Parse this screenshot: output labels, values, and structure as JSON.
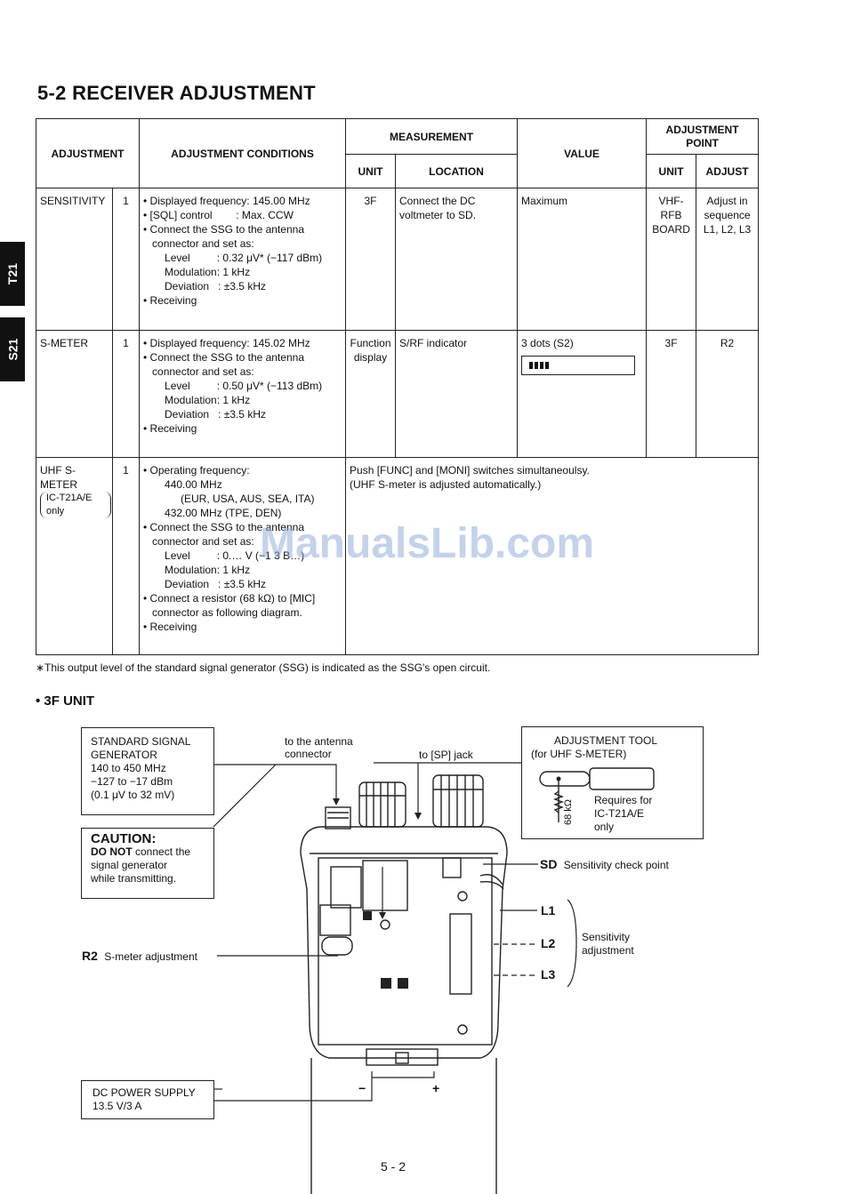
{
  "side_tabs": [
    "T21",
    "S21"
  ],
  "title": "5-2 RECEIVER ADJUSTMENT",
  "table": {
    "headers": {
      "adjustment": "ADJUSTMENT",
      "conditions": "ADJUSTMENT CONDITIONS",
      "measurement": "MEASUREMENT",
      "unit": "UNIT",
      "location": "LOCATION",
      "value": "VALUE",
      "adjustment_point": "ADJUSTMENT POINT",
      "ap_unit": "UNIT",
      "ap_adjust": "ADJUST"
    },
    "rows": [
      {
        "name": "SENSITIVITY",
        "step": "1",
        "conditions": [
          "• Displayed frequency: 145.00 MHz",
          "• [SQL] control        : Max. CCW",
          "• Connect the SSG to the antenna",
          "connector and set as:",
          "Level         : 0.32 μV* (−117 dBm)",
          "Modulation: 1 kHz",
          "Deviation   : ±3.5 kHz",
          "• Receiving"
        ],
        "unit": "3F",
        "location": "Connect the DC voltmeter to SD.",
        "value": "Maximum",
        "ap_unit": "VHF-RFB BOARD",
        "ap_adjust": "Adjust in sequence L1, L2, L3"
      },
      {
        "name": "S-METER",
        "step": "1",
        "conditions": [
          "• Displayed frequency: 145.02 MHz",
          "• Connect the SSG to the antenna",
          "connector and set as:",
          "Level         : 0.50 μV* (−113 dBm)",
          "Modulation: 1 kHz",
          "Deviation   : ±3.5 kHz",
          "• Receiving"
        ],
        "unit": "Function display",
        "location": "S/RF indicator",
        "value": "3 dots (S2)",
        "ap_unit": "3F",
        "ap_adjust": "R2"
      },
      {
        "name": "UHF S-METER",
        "name_note": "IC-T21A/E only",
        "step": "1",
        "conditions": [
          "• Operating frequency:",
          "440.00 MHz",
          "(EUR, USA, AUS, SEA, ITA)",
          "432.00 MHz (TPE, DEN)",
          "• Connect the SSG to the antenna",
          "connector and set as:",
          "Level         : 0.… V (−1 3 B…)",
          "Modulation: 1 kHz",
          "Deviation   : ±3.5 kHz",
          "• Connect a resistor (68 kΩ) to [MIC]",
          "connector as following diagram.",
          "• Receiving"
        ],
        "merged_note_1": "Push [FUNC] and [MONI] switches simultaneoulsy.",
        "merged_note_2": "(UHF S-meter is adjusted automatically.)"
      }
    ]
  },
  "footnote": "∗This output level of the standard signal generator (SSG) is indicated as the SSG's open circuit.",
  "subheading": "• 3F UNIT",
  "diagram": {
    "ssg_box": [
      "STANDARD SIGNAL",
      "GENERATOR",
      "140 to 450 MHz",
      "−127 to −17 dBm",
      "(0.1 μV to 32 mV)"
    ],
    "caution_title": "CAUTION:",
    "caution_bold": "DO NOT",
    "caution_rest_1": " connect the",
    "caution_rest_2": "signal generator",
    "caution_rest_3": "while transmitting.",
    "antenna_label_1": "to the antenna",
    "antenna_label_2": "connector",
    "sp_label": "to [SP] jack",
    "tool_box_1": "ADJUSTMENT TOOL",
    "tool_box_2": "(for UHF S-METER)",
    "resistor": "68 kΩ",
    "requires_1": "Requires for",
    "requires_2": "IC-T21A/E",
    "requires_3": "only",
    "sd_code": "SD",
    "sd_desc": "Sensitivity check point",
    "l1": "L1",
    "l2": "L2",
    "l3": "L3",
    "sens_1": "Sensitivity",
    "sens_2": "adjustment",
    "r2_code": "R2",
    "r2_desc": "S-meter adjustment",
    "dc_box_1": "DC POWER SUPPLY",
    "dc_box_2": "13.5 V/3 A",
    "minus": "−",
    "plus": "+"
  },
  "watermark": "ManualsLib.com",
  "page_number": "5 - 2"
}
